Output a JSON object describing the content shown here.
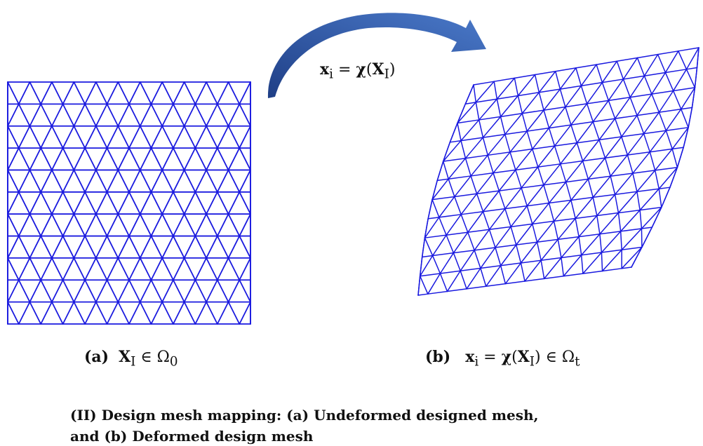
{
  "figure": {
    "mapping_label": "x_i = χ(X_I)",
    "mesh_a": {
      "caption_tag": "(a)",
      "caption_math": "X_I ∈ Ω_0",
      "rows": 11,
      "cols": 11
    },
    "mesh_b": {
      "caption_tag": "(b)",
      "caption_math": "x_i = χ(X_I) ∈ Ω_t",
      "rows": 11,
      "cols": 11
    },
    "caption_line1": "(II) Design mesh mapping: (a) Undeformed designed mesh,",
    "caption_line2": "and (b) Deformed design mesh"
  },
  "colors": {
    "mesh": "#1a1adf",
    "arrow_dark": "#1f3f86",
    "arrow_light": "#4a79c9"
  }
}
